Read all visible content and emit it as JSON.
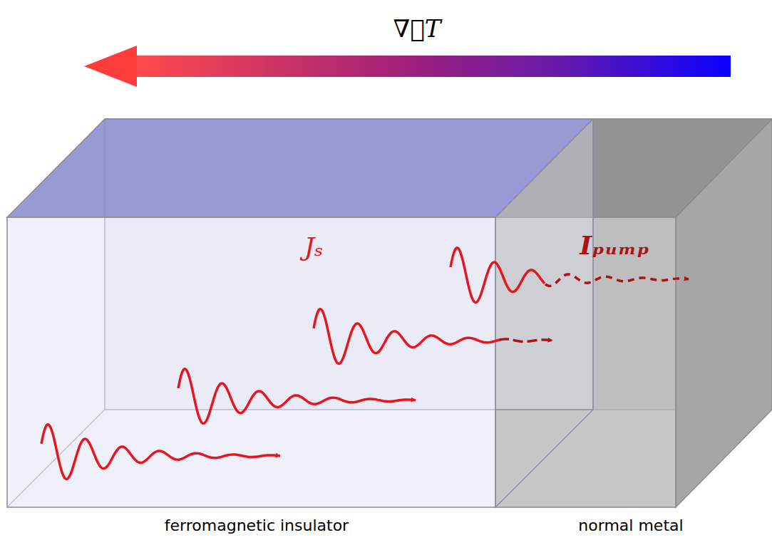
{
  "diagram": {
    "nodes": [
      {
        "text": [
          "ferromagnetic insulator"
        ]
      },
      {
        "text": [
          "normal metal"
        ]
      }
    ],
    "labels": [
      "∇⃗T",
      "Jₛ",
      "Iₚᵤₘₚ"
    ]
  }
}
